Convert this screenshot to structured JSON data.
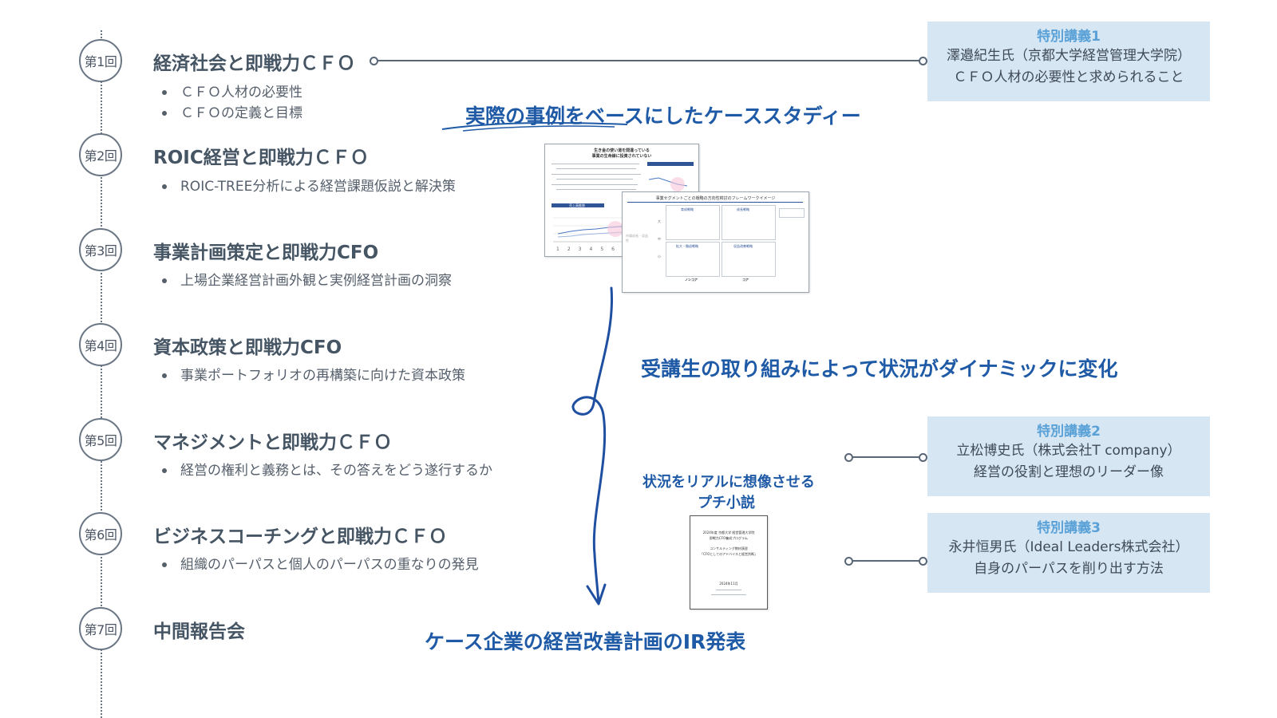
{
  "sessions": [
    {
      "badge": "第1回",
      "title": "経済社会と即戦力ＣＦＯ",
      "bullets": [
        "ＣＦＯ人材の必要性",
        "ＣＦＯの定義と目標"
      ]
    },
    {
      "badge": "第2回",
      "title": "ROIC経営と即戦力ＣＦＯ",
      "bullets": [
        "ROIC-TREE分析による経営課題仮説と解決策"
      ]
    },
    {
      "badge": "第3回",
      "title": "事業計画策定と即戦力CFO",
      "bullets": [
        "上場企業経営計画外観と実例経営計画の洞察"
      ]
    },
    {
      "badge": "第4回",
      "title": "資本政策と即戦力CFO",
      "bullets": [
        "事業ポートフォリオの再構築に向けた資本政策"
      ]
    },
    {
      "badge": "第5回",
      "title": "マネジメントと即戦力ＣＦＯ",
      "bullets": [
        "経営の権利と義務とは、その答えをどう遂行するか"
      ]
    },
    {
      "badge": "第6回",
      "title": "ビジネスコーチングと即戦力ＣＦＯ",
      "bullets": [
        "組織のパーパスと個人のパーパスの重なりの発見"
      ]
    },
    {
      "badge": "第7回",
      "title": "中間報告会",
      "bullets": []
    }
  ],
  "special_lectures": [
    {
      "title": "特別講義1",
      "lines": [
        "澤邉紀生氏（京都大学経営管理大学院）",
        "ＣＦＯ人材の必要性と求められること"
      ]
    },
    {
      "title": "特別講義2",
      "lines": [
        "立松博史氏（株式会社T company）",
        "経営の役割と理想のリーダー像"
      ]
    },
    {
      "title": "特別講義3",
      "lines": [
        "永井恒男氏（Ideal Leaders株式会社）",
        "自身のパーパスを削り出す方法"
      ]
    }
  ],
  "callouts": {
    "case_study": "実際の事例をベースにしたケーススタディー",
    "dynamic": "受講生の取り組みによって状況がダイナミックに変化",
    "novel_line1": "状況をリアルに想像させる",
    "novel_line2": "プチ小説",
    "ir": "ケース企業の経営改善計画のIR発表"
  },
  "slide_thumb_1": {
    "title_line1": "生き金の使い道を間違っている",
    "title_line2": "事業の生命線に投資されていない",
    "chart_label": "売上高推移",
    "axis": [
      "1",
      "2",
      "3",
      "4",
      "5",
      "6"
    ]
  },
  "slide_thumb_2": {
    "title": "事業セグメントごとの戦略の方向性検討のフレームワークイメージ",
    "q1": "育成戦略",
    "q2": "成長戦略",
    "q3": "拡大・撤退戦略",
    "q4": "収益改善戦略",
    "left_label": "市場成長・収益性",
    "bottom_left": "ノンコア",
    "bottom_right": "コア",
    "row_labels": [
      "大",
      "中",
      "小"
    ]
  },
  "novel_doc": {
    "line1": "2024年度 京都大学 経営管理大学院",
    "line2": "即戦力CFO養成プログラム",
    "line3": "コンサルティング教材演習",
    "line4": "「CFOとしてのアドバイスと経営判断」",
    "line5": "2024年11月"
  },
  "colors": {
    "accent": "#1f5aa6",
    "lecture_bg": "#d6e6f3",
    "lecture_title": "#5aa1d8",
    "text": "#465564"
  }
}
